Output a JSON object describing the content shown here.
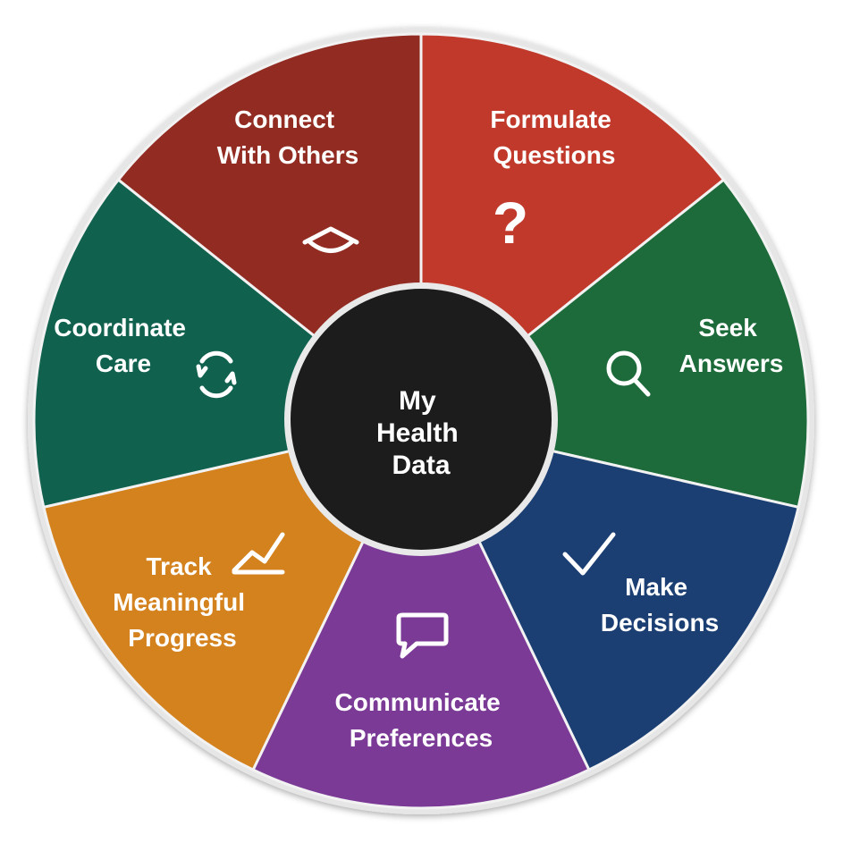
{
  "center": {
    "lines": [
      "My",
      "Health",
      "Data"
    ],
    "color": "#1c1c1c"
  },
  "segments": [
    {
      "id": "formulate-questions",
      "lines": [
        "Formulate",
        "Questions"
      ],
      "color": "#c0392b",
      "icon": "question-mark-icon"
    },
    {
      "id": "seek-answers",
      "lines": [
        "Seek",
        "Answers"
      ],
      "color": "#1d6b3a",
      "icon": "magnifier-icon"
    },
    {
      "id": "make-decisions",
      "lines": [
        "Make",
        "Decisions"
      ],
      "color": "#1b3f73",
      "icon": "checkmark-icon"
    },
    {
      "id": "communicate-preferences",
      "lines": [
        "Communicate",
        "Preferences"
      ],
      "color": "#7a3a96",
      "icon": "speech-bubble-icon"
    },
    {
      "id": "track-meaningful-progress",
      "lines": [
        "Track",
        "Meaningful",
        "Progress"
      ],
      "color": "#d4821e",
      "icon": "line-chart-icon"
    },
    {
      "id": "coordinate-care",
      "lines": [
        "Coordinate",
        "Care"
      ],
      "color": "#11614f",
      "icon": "cycle-arrows-icon"
    },
    {
      "id": "connect-with-others",
      "lines": [
        "Connect",
        "With Others"
      ],
      "color": "#922b22",
      "icon": "handshake-icon"
    }
  ]
}
